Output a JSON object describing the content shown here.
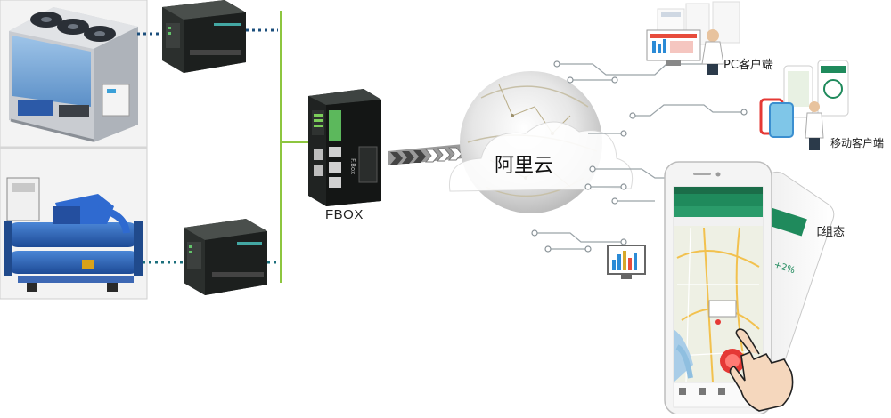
{
  "labels": {
    "fbox": "FBOX",
    "cloud": "阿里云",
    "pc_client": "PC客户端",
    "mobile_client": "移动客户端",
    "config_partial": "组态",
    "config_prefix": "口"
  },
  "device_text": {
    "fbox_brand": "F.Box"
  },
  "colors": {
    "bus_line": "#8dc63f",
    "dotted_link": "#1c4f7c",
    "arrow": "#555555",
    "app_green": "#1f8a5c",
    "chiller_blue": "#2a5fb5",
    "tap_red": "#e53935"
  }
}
